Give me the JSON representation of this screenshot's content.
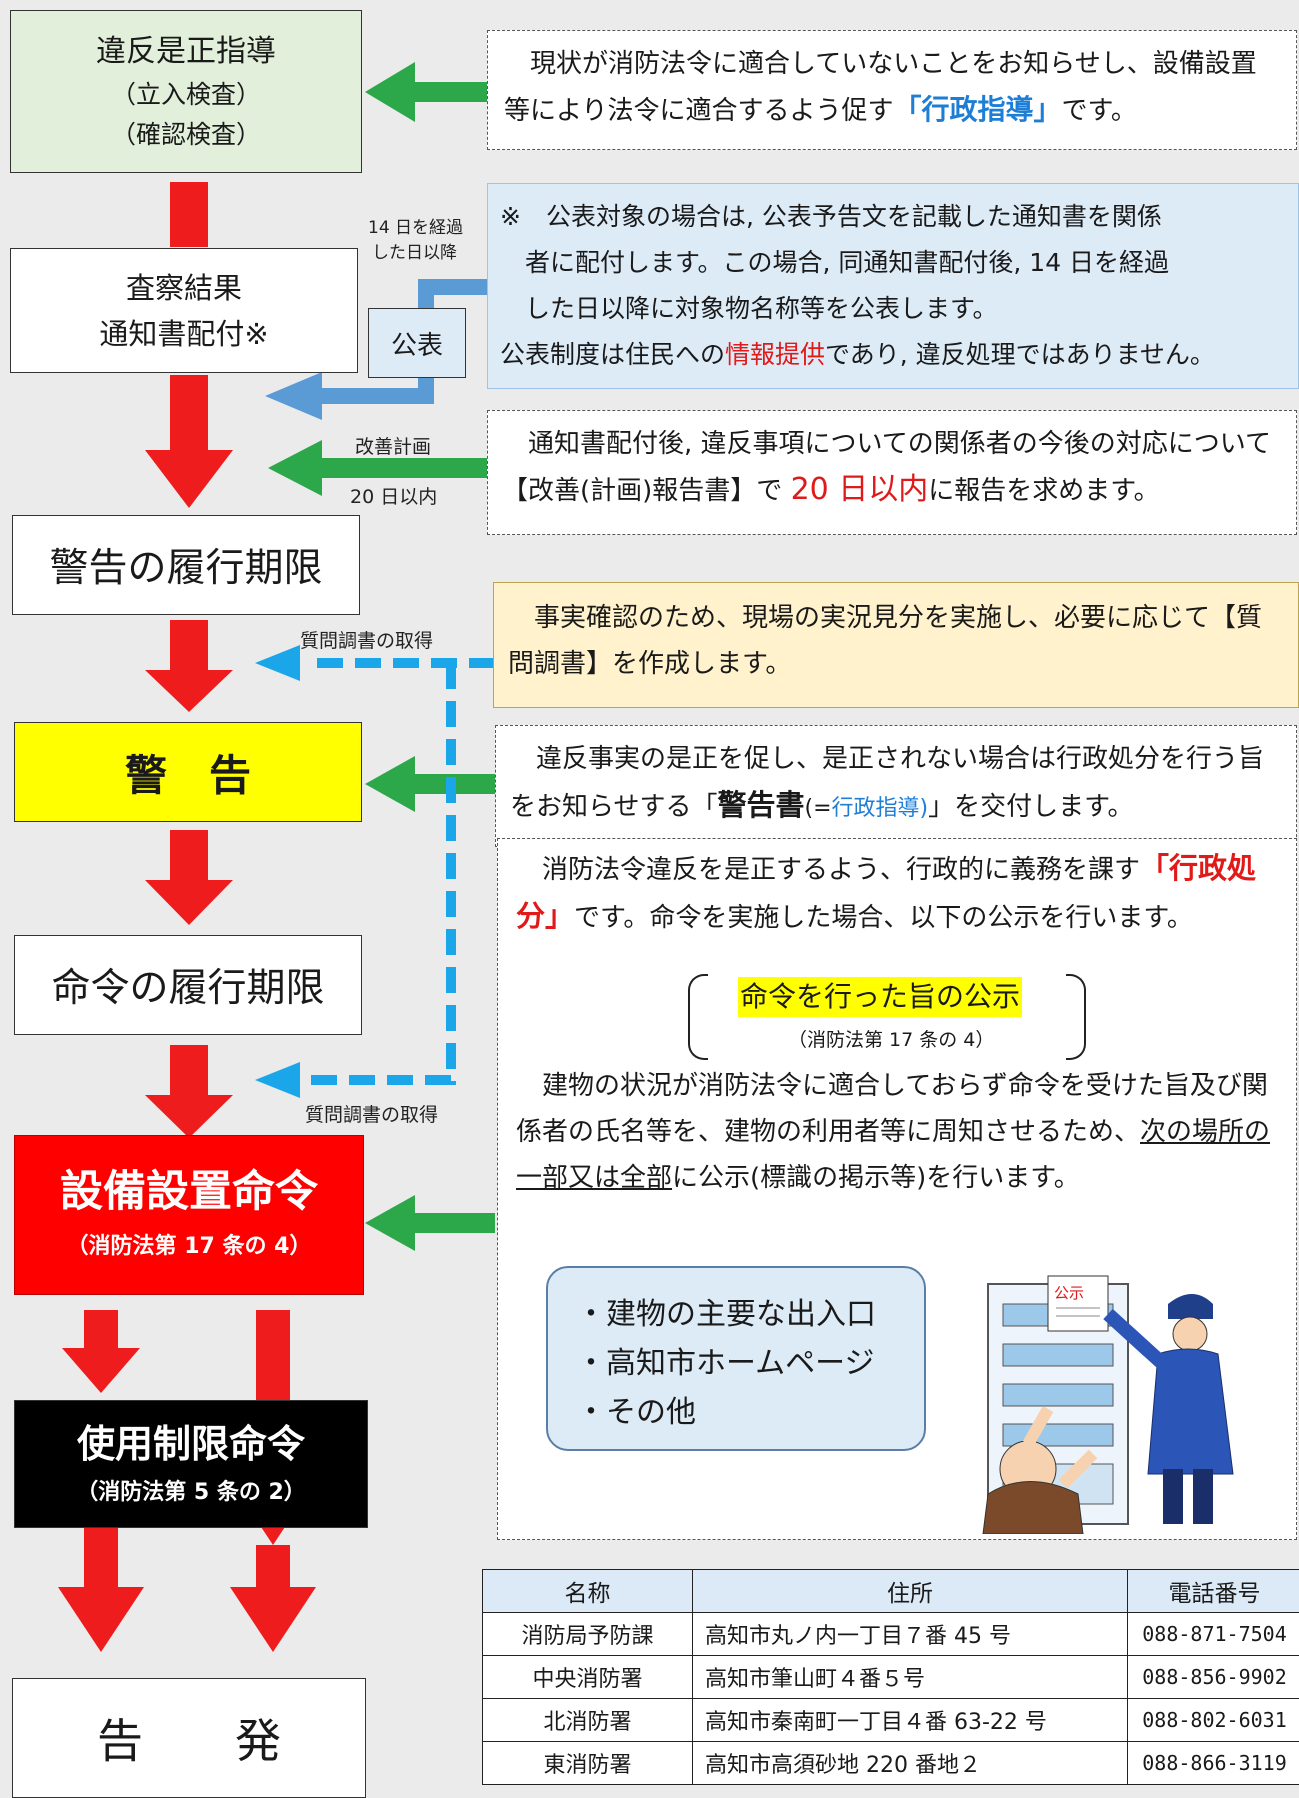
{
  "flow": {
    "step1": {
      "title": "違反是正指導",
      "sub1": "（立入検査）",
      "sub2": "（確認検査）"
    },
    "step2": {
      "line1": "査察結果",
      "line2": "通知書配付※"
    },
    "koukai_box": "公表",
    "step3": "警告の履行期限",
    "step4": "警　告",
    "step5": "命令の履行期限",
    "step6": {
      "title": "設備設置命令",
      "sub": "（消防法第 17 条の 4）"
    },
    "step7": {
      "title": "使用制限命令",
      "sub": "（消防法第 5 条の 2）"
    },
    "step8": "告　　発"
  },
  "labels": {
    "days14_1": "14 日を経過",
    "days14_2": "した日以降",
    "kaizen": "改善計画",
    "days20": "20 日以内",
    "shitsumon1": "質問調書の取得",
    "shitsumon2": "質問調書の取得"
  },
  "notes": {
    "n1": {
      "a": "　現状が消防法令に適合していないことをお知らせし、設備設置等により法令に適合するよう促す",
      "b": "「行政指導」",
      "c": "です。"
    },
    "n2": {
      "l1": "※　公表対象の場合は, 公表予告文を記載した通知書を関係",
      "l2": "　者に配付します。この場合, 同通知書配付後, 14 日を経過",
      "l3": "　した日以降に対象物名称等を公表します。",
      "l4a": "公表制度は住民への",
      "l4b": "情報提供",
      "l4c": "であり, 違反処理ではありません。"
    },
    "n3": {
      "a": "　通知書配付後, 違反事項についての関係者の今後の対応について【改善(計画)報告書】で ",
      "b": "20 日以内",
      "c": "に報告を求めます。"
    },
    "n4": "　事実確認のため、現場の実況見分を実施し、必要に応じて【質問調書】を作成します。",
    "n5": {
      "a": "　違反事実の是正を促し、是正されない場合は行政処分を行う旨をお知らせする",
      "b1": "「",
      "b2": "警告書",
      "b3": "(=",
      "b4": "行政指導)",
      "b5": "」",
      "c": "を交付します。"
    },
    "n6": {
      "a": "　消防法令違反を是正するよう、行政的に義務を課す",
      "b": "「行政処分」",
      "c": "です。命令を実施した場合、以下の公示を行います。",
      "kouji": "命令を行った旨の公示",
      "kouji_sub": "（消防法第 17 条の 4）",
      "d": "　建物の状況が消防法令に適合しておらず命令を受けた旨及び関係者の氏名等を、建物の利用者等に周知させるため、",
      "e": "次の場所の一部又は全部",
      "f": "に公示(標識の掲示等)を行います。",
      "list": [
        "・建物の主要な出入口",
        "・高知市ホームページ",
        "・その他"
      ],
      "sign": "公示"
    }
  },
  "table": {
    "headers": [
      "名称",
      "住所",
      "電話番号"
    ],
    "rows": [
      [
        "消防局予防課",
        "高知市丸ノ内一丁目７番 45 号",
        "088-871-7504"
      ],
      [
        "中央消防署",
        "高知市筆山町４番５号",
        "088-856-9902"
      ],
      [
        "北消防署",
        "高知市秦南町一丁目４番 63-22 号",
        "088-802-6031"
      ],
      [
        "東消防署",
        "高知市高須砂地 220 番地２",
        "088-866-3119"
      ]
    ]
  },
  "colors": {
    "green": "#2ca84a",
    "red": "#ee1c1c",
    "blue_arrow": "#5b9bd5",
    "dashed_blue": "#1aa6e8",
    "yellow": "#ffff00",
    "light_green": "#e2efda",
    "light_blue": "#ddebf7",
    "cream": "#fff2cc"
  }
}
